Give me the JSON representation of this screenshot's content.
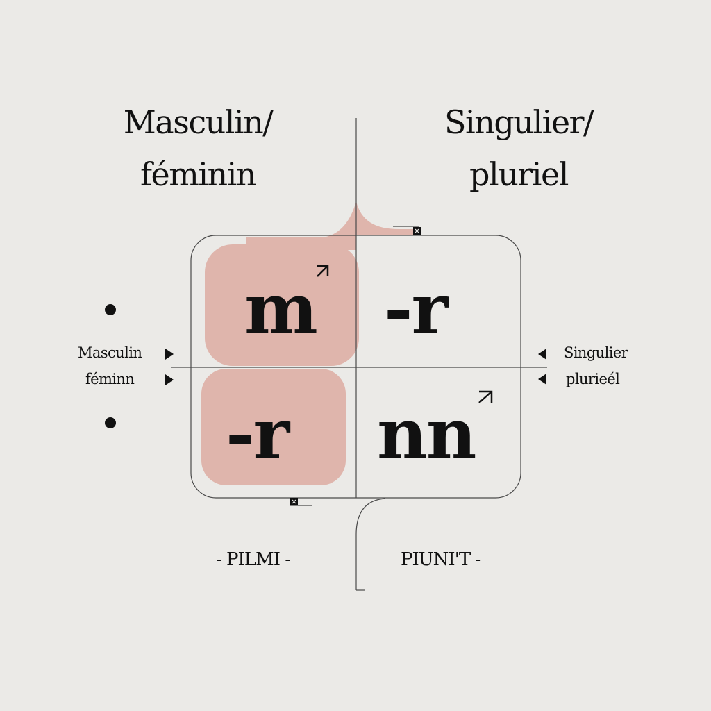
{
  "colors": {
    "background": "#ebeae7",
    "highlight": "#dfb5ac",
    "ink": "#111111",
    "line": "#4a4a4a"
  },
  "headings": {
    "left": {
      "line1": "Masculin/",
      "line2": "féminin"
    },
    "right": {
      "line1": "Singulier/",
      "line2": "pluriel"
    }
  },
  "cells": {
    "top_left": "m",
    "top_right": "-r",
    "bottom_left": "-r",
    "bottom_right": "nn"
  },
  "side_labels": {
    "left": [
      "Masculin",
      "féminn"
    ],
    "right": [
      "Singulier",
      "plurieél"
    ]
  },
  "footer": {
    "left": "- PILMI -",
    "right": "PIUNI'T -"
  },
  "icons": {
    "arrow_up_right": "arrow-up-right-icon",
    "triangle_right": "triangle-right-icon",
    "triangle_left": "triangle-left-icon",
    "bullet": "bullet-dot-icon",
    "close_marker": "close-marker-icon"
  }
}
